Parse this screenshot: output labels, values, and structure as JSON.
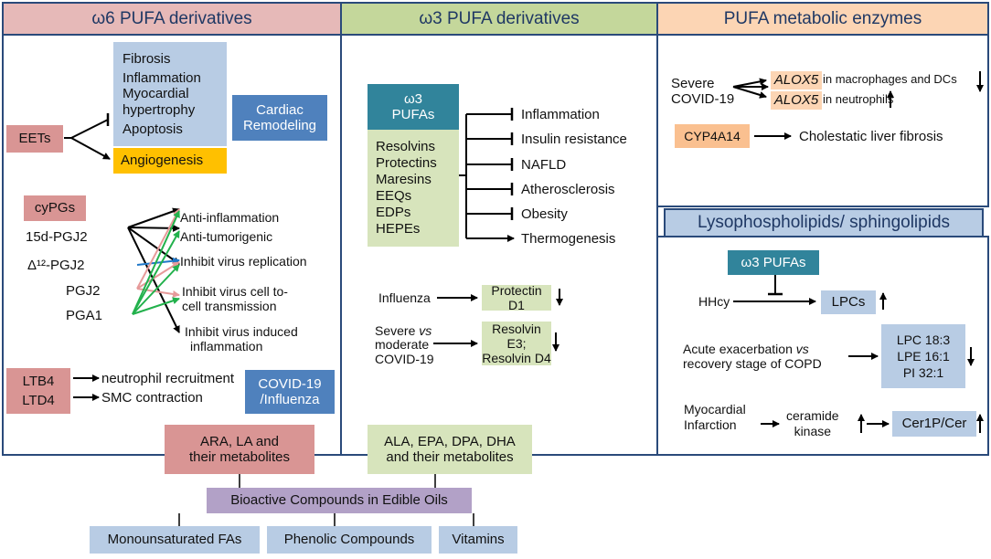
{
  "headers": {
    "omega6": "ω6 PUFA derivatives",
    "omega3": "ω3 PUFA derivatives",
    "enzymes": "PUFA metabolic enzymes",
    "lyso": "Lysophospholipids/ sphingolipids"
  },
  "omega6": {
    "eets": "EETs",
    "effects_inhibited": [
      "Fibrosis",
      "Inflammation",
      "Myocardial",
      "hypertrophy",
      "Apoptosis"
    ],
    "angiogenesis": "Angiogenesis",
    "cardiac_remodeling": [
      "Cardiac",
      "Remodeling"
    ],
    "cypgs": "cyPGs",
    "pg_list": [
      "15d-PGJ2",
      "Δ¹²-PGJ2",
      "PGJ2",
      "PGA1"
    ],
    "pg_effects": [
      "Anti-inflammation",
      "Anti-tumorigenic",
      "Inhibit virus replication",
      "Inhibit virus cell to-",
      "cell transmission",
      "Inhibit virus induced",
      "inflammation"
    ],
    "ltb4": "LTB4",
    "ltd4": "LTD4",
    "neutrophil": "neutrophil recruitment",
    "smc": "SMC contraction",
    "covid_flu": [
      "COVID-19",
      "/Influenza"
    ]
  },
  "omega3": {
    "pufas_title": [
      "ω3",
      "PUFAs"
    ],
    "pufa_list": [
      "Resolvins",
      "Protectins",
      "Maresins",
      "EEQs",
      "EDPs",
      "HEPEs"
    ],
    "targets": [
      "Inflammation",
      "Insulin resistance",
      "NAFLD",
      "Atherosclerosis",
      "Obesity",
      "Thermogenesis"
    ],
    "influenza": "Influenza",
    "protectin": "Protectin D1",
    "severe_vs": [
      "Severe",
      "vs",
      "moderate",
      "COVID-19"
    ],
    "resolvins": [
      "Resolvin E3;",
      "Resolvin D4"
    ]
  },
  "enzymes": {
    "severe_covid": [
      "Severe",
      "COVID-19"
    ],
    "alox5": "ALOX5",
    "alox5_macro": "in macrophages and DCs",
    "alox5_neut": "in neutrophils",
    "cyp": "CYP4A14",
    "cholestatic": "Cholestatic liver fibrosis"
  },
  "lyso": {
    "w3pufas": "ω3 PUFAs",
    "hhcy": "HHcy",
    "lpcs": "LPCs",
    "acute": [
      "Acute exacerbation",
      "vs",
      "recovery stage of COPD"
    ],
    "lipid_list": [
      "LPC 18:3",
      "LPE 16:1",
      "PI 32:1"
    ],
    "myocardial": [
      "Myocardial",
      "Infarction"
    ],
    "ceramide": [
      "ceramide",
      "kinase"
    ],
    "cer1p": "Cer1P/Cer"
  },
  "bottom": {
    "ara": [
      "ARA, LA and",
      "their metabolites"
    ],
    "ala": [
      "ALA, EPA, DPA, DHA",
      "and their metabolites"
    ],
    "bioactive": "Bioactive Compounds in Edible Oils",
    "mufa": "Monounsaturated FAs",
    "phenolic": "Phenolic Compounds",
    "vitamins": "Vitamins"
  },
  "colors": {
    "pink": "#d99594",
    "light_blue": "#b8cce4",
    "dark_blue": "#4f81bd",
    "teal": "#31849b",
    "light_green": "#d7e4bc",
    "orange": "#fac090",
    "gold": "#ffc000",
    "purple": "#b2a1c7",
    "border": "#2a4a7a"
  }
}
